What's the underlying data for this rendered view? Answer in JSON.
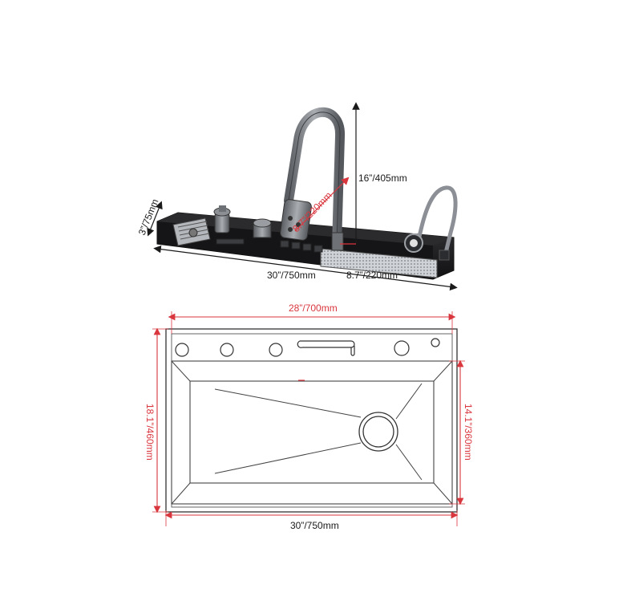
{
  "top_view": {
    "height_label": "16”/405mm",
    "spout_reach_label": "8.7”/220mm",
    "deck_height_label": "3”/75mm",
    "deck_length_label": "30”/750mm",
    "waterfall_width_label": "8.7”/220mm"
  },
  "plan_view": {
    "inner_width_label": "28”/700mm",
    "overall_depth_label": "18.1”/460mm",
    "bowl_depth_label": "14.1”/360mm",
    "overall_width_label": "30”/750mm"
  },
  "colors": {
    "dimension_red": "#d9363e",
    "outline": "#333333",
    "deck": "#1c1c1e"
  }
}
